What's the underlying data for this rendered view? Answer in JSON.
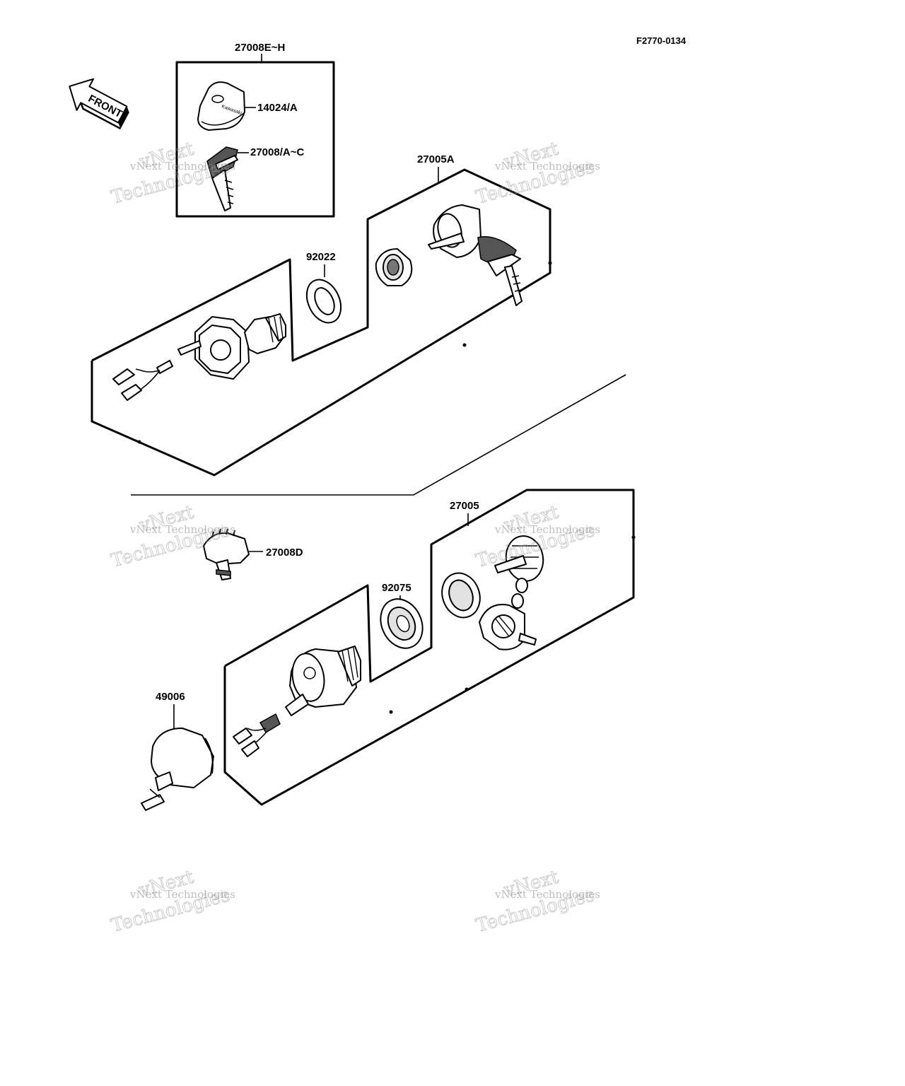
{
  "figure_code": "F2770-0134",
  "front_label": "FRONT",
  "key_knob_brand": "Kawasaki",
  "labels": {
    "kit_top": "27008E~H",
    "knob": "14024/A",
    "key_set": "27008/A~C",
    "switch_kit_a": "27005A",
    "washer_a": "92022",
    "switch_kit": "27005",
    "cap_d": "27008D",
    "washer": "92075",
    "wire_unit": "49006"
  },
  "watermark": {
    "line1": "vNext Technologies",
    "line2a": "vNext",
    "line2b": "Technologies"
  }
}
